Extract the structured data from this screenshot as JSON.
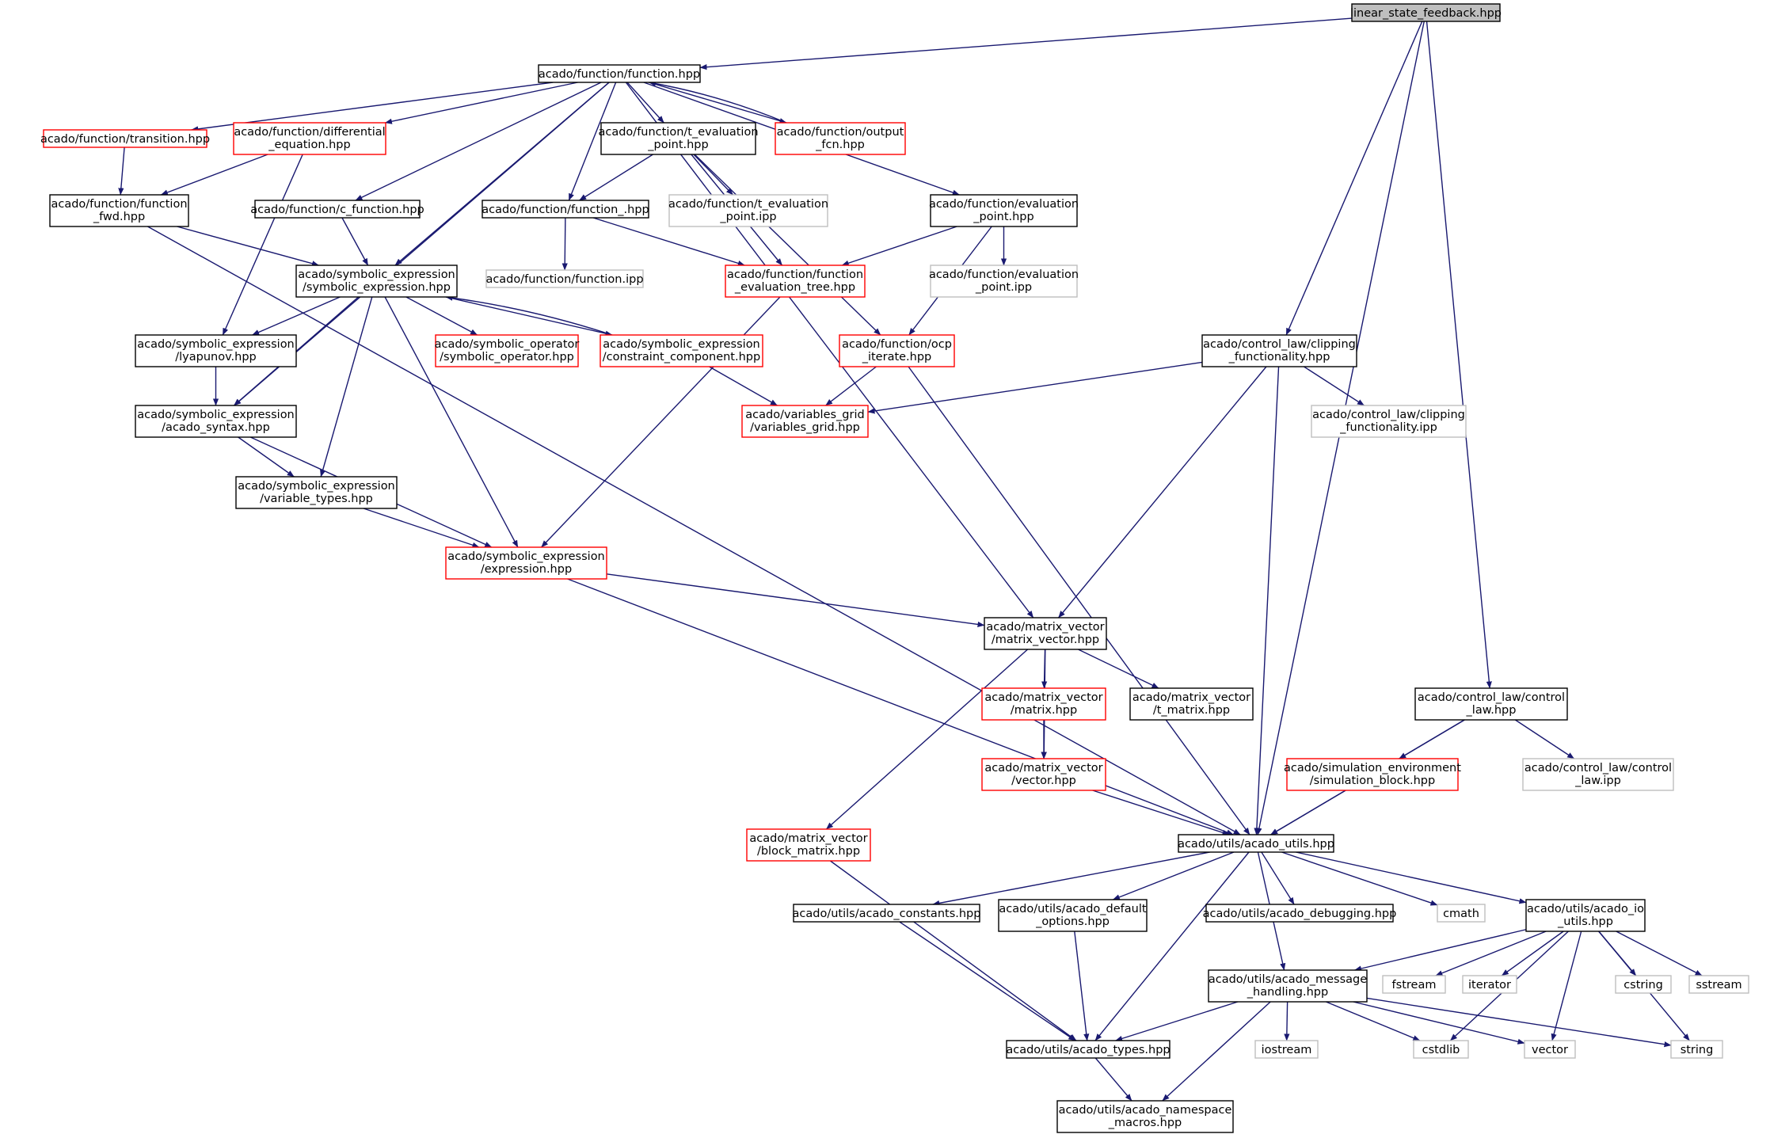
{
  "colors": {
    "edge": "#191970",
    "root_fill": "#bfbfbf",
    "border_normal": "#000000",
    "border_truncated": "#ff0000",
    "border_system": "#bfbfbf",
    "background": "#ffffff"
  },
  "nodes": [
    {
      "id": "root",
      "kind": "root",
      "lines": [
        "linear_state_feedback.hpp"
      ]
    },
    {
      "id": "function_hpp",
      "kind": "normal",
      "lines": [
        "acado/function/function.hpp"
      ]
    },
    {
      "id": "transition_hpp",
      "kind": "truncated",
      "lines": [
        "acado/function/transition.hpp"
      ]
    },
    {
      "id": "diff_eq_hpp",
      "kind": "truncated",
      "lines": [
        "acado/function/differential",
        "_equation.hpp"
      ]
    },
    {
      "id": "t_eval_point_hpp",
      "kind": "normal",
      "lines": [
        "acado/function/t_evaluation",
        "_point.hpp"
      ]
    },
    {
      "id": "output_fcn_hpp",
      "kind": "truncated",
      "lines": [
        "acado/function/output",
        "_fcn.hpp"
      ]
    },
    {
      "id": "function_fwd_hpp",
      "kind": "normal",
      "lines": [
        "acado/function/function",
        "_fwd.hpp"
      ]
    },
    {
      "id": "c_function_hpp",
      "kind": "normal",
      "lines": [
        "acado/function/c_function.hpp"
      ]
    },
    {
      "id": "function__hpp",
      "kind": "normal",
      "lines": [
        "acado/function/function_.hpp"
      ]
    },
    {
      "id": "t_eval_point_ipp",
      "kind": "system",
      "lines": [
        "acado/function/t_evaluation",
        "_point.ipp"
      ]
    },
    {
      "id": "eval_point_hpp",
      "kind": "normal",
      "lines": [
        "acado/function/evaluation",
        "_point.hpp"
      ]
    },
    {
      "id": "function_ipp",
      "kind": "system",
      "lines": [
        "acado/function/function.ipp"
      ]
    },
    {
      "id": "symbolic_expression_hpp",
      "kind": "normal",
      "lines": [
        "acado/symbolic_expression",
        "/symbolic_expression.hpp"
      ]
    },
    {
      "id": "func_eval_tree_hpp",
      "kind": "truncated",
      "lines": [
        "acado/function/function",
        "_evaluation_tree.hpp"
      ]
    },
    {
      "id": "eval_point_ipp",
      "kind": "system",
      "lines": [
        "acado/function/evaluation",
        "_point.ipp"
      ]
    },
    {
      "id": "lyapunov_hpp",
      "kind": "normal",
      "lines": [
        "acado/symbolic_expression",
        "/lyapunov.hpp"
      ]
    },
    {
      "id": "symbolic_operator_hpp",
      "kind": "truncated",
      "lines": [
        "acado/symbolic_operator",
        "/symbolic_operator.hpp"
      ]
    },
    {
      "id": "constraint_component_hpp",
      "kind": "truncated",
      "lines": [
        "acado/symbolic_expression",
        "/constraint_component.hpp"
      ]
    },
    {
      "id": "ocp_iterate_hpp",
      "kind": "truncated",
      "lines": [
        "acado/function/ocp",
        "_iterate.hpp"
      ]
    },
    {
      "id": "clipping_hpp",
      "kind": "normal",
      "lines": [
        "acado/control_law/clipping",
        "_functionality.hpp"
      ]
    },
    {
      "id": "acado_syntax_hpp",
      "kind": "normal",
      "lines": [
        "acado/symbolic_expression",
        "/acado_syntax.hpp"
      ]
    },
    {
      "id": "variables_grid_hpp",
      "kind": "truncated",
      "lines": [
        "acado/variables_grid",
        "/variables_grid.hpp"
      ]
    },
    {
      "id": "clipping_ipp",
      "kind": "system",
      "lines": [
        "acado/control_law/clipping",
        "_functionality.ipp"
      ]
    },
    {
      "id": "variable_types_hpp",
      "kind": "normal",
      "lines": [
        "acado/symbolic_expression",
        "/variable_types.hpp"
      ]
    },
    {
      "id": "expression_hpp",
      "kind": "truncated",
      "lines": [
        "acado/symbolic_expression",
        "/expression.hpp"
      ]
    },
    {
      "id": "matrix_vector_hpp",
      "kind": "normal",
      "lines": [
        "acado/matrix_vector",
        "/matrix_vector.hpp"
      ]
    },
    {
      "id": "matrix_hpp",
      "kind": "truncated",
      "lines": [
        "acado/matrix_vector",
        "/matrix.hpp"
      ]
    },
    {
      "id": "t_matrix_hpp",
      "kind": "normal",
      "lines": [
        "acado/matrix_vector",
        "/t_matrix.hpp"
      ]
    },
    {
      "id": "control_law_hpp",
      "kind": "normal",
      "lines": [
        "acado/control_law/control",
        "_law.hpp"
      ]
    },
    {
      "id": "vector_hpp",
      "kind": "truncated",
      "lines": [
        "acado/matrix_vector",
        "/vector.hpp"
      ]
    },
    {
      "id": "simulation_block_hpp",
      "kind": "truncated",
      "lines": [
        "acado/simulation_environment",
        "/simulation_block.hpp"
      ]
    },
    {
      "id": "control_law_ipp",
      "kind": "system",
      "lines": [
        "acado/control_law/control",
        "_law.ipp"
      ]
    },
    {
      "id": "block_matrix_hpp",
      "kind": "truncated",
      "lines": [
        "acado/matrix_vector",
        "/block_matrix.hpp"
      ]
    },
    {
      "id": "acado_utils_hpp",
      "kind": "normal",
      "lines": [
        "acado/utils/acado_utils.hpp"
      ]
    },
    {
      "id": "acado_constants_hpp",
      "kind": "normal",
      "lines": [
        "acado/utils/acado_constants.hpp"
      ]
    },
    {
      "id": "acado_default_options_hpp",
      "kind": "normal",
      "lines": [
        "acado/utils/acado_default",
        "_options.hpp"
      ]
    },
    {
      "id": "acado_debugging_hpp",
      "kind": "normal",
      "lines": [
        "acado/utils/acado_debugging.hpp"
      ]
    },
    {
      "id": "cmath",
      "kind": "system",
      "lines": [
        "cmath"
      ]
    },
    {
      "id": "acado_io_utils_hpp",
      "kind": "normal",
      "lines": [
        "acado/utils/acado_io",
        "_utils.hpp"
      ]
    },
    {
      "id": "acado_message_handling_hpp",
      "kind": "normal",
      "lines": [
        "acado/utils/acado_message",
        "_handling.hpp"
      ]
    },
    {
      "id": "fstream",
      "kind": "system",
      "lines": [
        "fstream"
      ]
    },
    {
      "id": "iterator",
      "kind": "system",
      "lines": [
        "iterator"
      ]
    },
    {
      "id": "cstring",
      "kind": "system",
      "lines": [
        "cstring"
      ]
    },
    {
      "id": "sstream",
      "kind": "system",
      "lines": [
        "sstream"
      ]
    },
    {
      "id": "acado_types_hpp",
      "kind": "normal",
      "lines": [
        "acado/utils/acado_types.hpp"
      ]
    },
    {
      "id": "iostream",
      "kind": "system",
      "lines": [
        "iostream"
      ]
    },
    {
      "id": "cstdlib",
      "kind": "system",
      "lines": [
        "cstdlib"
      ]
    },
    {
      "id": "vector",
      "kind": "system",
      "lines": [
        "vector"
      ]
    },
    {
      "id": "string",
      "kind": "system",
      "lines": [
        "string"
      ]
    },
    {
      "id": "acado_namespace_macros_hpp",
      "kind": "normal",
      "lines": [
        "acado/utils/acado_namespace",
        "_macros.hpp"
      ]
    }
  ],
  "edges": [
    {
      "from": "root",
      "to": "function_hpp"
    },
    {
      "from": "root",
      "to": "clipping_hpp"
    },
    {
      "from": "root",
      "to": "control_law_hpp"
    },
    {
      "from": "root",
      "to": "acado_utils_hpp"
    },
    {
      "from": "function_hpp",
      "to": "transition_hpp"
    },
    {
      "from": "function_hpp",
      "to": "diff_eq_hpp"
    },
    {
      "from": "function_hpp",
      "to": "t_eval_point_hpp"
    },
    {
      "from": "function_hpp",
      "to": "output_fcn_hpp"
    },
    {
      "from": "function_hpp",
      "to": "c_function_hpp"
    },
    {
      "from": "function_hpp",
      "to": "function__hpp"
    },
    {
      "from": "function_hpp",
      "to": "eval_point_hpp"
    },
    {
      "from": "function_hpp",
      "to": "symbolic_expression_hpp"
    },
    {
      "from": "function_hpp",
      "to": "acado_syntax_hpp"
    },
    {
      "from": "function_hpp",
      "to": "matrix_vector_hpp"
    },
    {
      "from": "output_fcn_hpp",
      "to": "function_hpp"
    },
    {
      "from": "transition_hpp",
      "to": "function_fwd_hpp"
    },
    {
      "from": "diff_eq_hpp",
      "to": "function_fwd_hpp"
    },
    {
      "from": "diff_eq_hpp",
      "to": "lyapunov_hpp"
    },
    {
      "from": "t_eval_point_hpp",
      "to": "function__hpp"
    },
    {
      "from": "t_eval_point_hpp",
      "to": "t_eval_point_ipp"
    },
    {
      "from": "t_eval_point_hpp",
      "to": "func_eval_tree_hpp"
    },
    {
      "from": "t_eval_point_hpp",
      "to": "ocp_iterate_hpp"
    },
    {
      "from": "function_fwd_hpp",
      "to": "symbolic_expression_hpp"
    },
    {
      "from": "function_fwd_hpp",
      "to": "acado_utils_hpp"
    },
    {
      "from": "c_function_hpp",
      "to": "symbolic_expression_hpp"
    },
    {
      "from": "function__hpp",
      "to": "function_ipp"
    },
    {
      "from": "function__hpp",
      "to": "func_eval_tree_hpp"
    },
    {
      "from": "eval_point_hpp",
      "to": "func_eval_tree_hpp"
    },
    {
      "from": "eval_point_hpp",
      "to": "eval_point_ipp"
    },
    {
      "from": "eval_point_hpp",
      "to": "ocp_iterate_hpp"
    },
    {
      "from": "symbolic_expression_hpp",
      "to": "lyapunov_hpp"
    },
    {
      "from": "symbolic_expression_hpp",
      "to": "acado_syntax_hpp"
    },
    {
      "from": "symbolic_expression_hpp",
      "to": "variable_types_hpp"
    },
    {
      "from": "symbolic_expression_hpp",
      "to": "symbolic_operator_hpp"
    },
    {
      "from": "symbolic_expression_hpp",
      "to": "constraint_component_hpp"
    },
    {
      "from": "symbolic_expression_hpp",
      "to": "expression_hpp"
    },
    {
      "from": "constraint_component_hpp",
      "to": "symbolic_expression_hpp"
    },
    {
      "from": "constraint_component_hpp",
      "to": "variables_grid_hpp"
    },
    {
      "from": "func_eval_tree_hpp",
      "to": "expression_hpp"
    },
    {
      "from": "lyapunov_hpp",
      "to": "acado_syntax_hpp"
    },
    {
      "from": "ocp_iterate_hpp",
      "to": "variables_grid_hpp"
    },
    {
      "from": "ocp_iterate_hpp",
      "to": "acado_utils_hpp"
    },
    {
      "from": "clipping_hpp",
      "to": "variables_grid_hpp"
    },
    {
      "from": "clipping_hpp",
      "to": "clipping_ipp"
    },
    {
      "from": "clipping_hpp",
      "to": "matrix_vector_hpp"
    },
    {
      "from": "clipping_hpp",
      "to": "acado_utils_hpp"
    },
    {
      "from": "acado_syntax_hpp",
      "to": "variable_types_hpp"
    },
    {
      "from": "acado_syntax_hpp",
      "to": "expression_hpp"
    },
    {
      "from": "variable_types_hpp",
      "to": "expression_hpp"
    },
    {
      "from": "expression_hpp",
      "to": "matrix_vector_hpp"
    },
    {
      "from": "expression_hpp",
      "to": "acado_utils_hpp"
    },
    {
      "from": "matrix_vector_hpp",
      "to": "matrix_hpp"
    },
    {
      "from": "matrix_vector_hpp",
      "to": "t_matrix_hpp"
    },
    {
      "from": "matrix_vector_hpp",
      "to": "vector_hpp"
    },
    {
      "from": "matrix_vector_hpp",
      "to": "block_matrix_hpp"
    },
    {
      "from": "matrix_hpp",
      "to": "vector_hpp"
    },
    {
      "from": "vector_hpp",
      "to": "acado_utils_hpp"
    },
    {
      "from": "control_law_hpp",
      "to": "simulation_block_hpp"
    },
    {
      "from": "control_law_hpp",
      "to": "control_law_ipp"
    },
    {
      "from": "control_law_hpp",
      "to": "acado_utils_hpp"
    },
    {
      "from": "simulation_block_hpp",
      "to": "acado_utils_hpp"
    },
    {
      "from": "block_matrix_hpp",
      "to": "acado_types_hpp"
    },
    {
      "from": "acado_utils_hpp",
      "to": "acado_constants_hpp"
    },
    {
      "from": "acado_utils_hpp",
      "to": "acado_default_options_hpp"
    },
    {
      "from": "acado_utils_hpp",
      "to": "acado_debugging_hpp"
    },
    {
      "from": "acado_utils_hpp",
      "to": "cmath"
    },
    {
      "from": "acado_utils_hpp",
      "to": "acado_io_utils_hpp"
    },
    {
      "from": "acado_utils_hpp",
      "to": "acado_message_handling_hpp"
    },
    {
      "from": "acado_utils_hpp",
      "to": "acado_types_hpp"
    },
    {
      "from": "acado_constants_hpp",
      "to": "acado_types_hpp"
    },
    {
      "from": "acado_default_options_hpp",
      "to": "acado_types_hpp"
    },
    {
      "from": "acado_io_utils_hpp",
      "to": "acado_message_handling_hpp"
    },
    {
      "from": "acado_io_utils_hpp",
      "to": "fstream"
    },
    {
      "from": "acado_io_utils_hpp",
      "to": "iterator"
    },
    {
      "from": "acado_io_utils_hpp",
      "to": "cstring"
    },
    {
      "from": "acado_io_utils_hpp",
      "to": "sstream"
    },
    {
      "from": "acado_io_utils_hpp",
      "to": "cstdlib"
    },
    {
      "from": "acado_io_utils_hpp",
      "to": "vector"
    },
    {
      "from": "acado_io_utils_hpp",
      "to": "string"
    },
    {
      "from": "acado_message_handling_hpp",
      "to": "acado_types_hpp"
    },
    {
      "from": "acado_message_handling_hpp",
      "to": "iostream"
    },
    {
      "from": "acado_message_handling_hpp",
      "to": "cstdlib"
    },
    {
      "from": "acado_message_handling_hpp",
      "to": "vector"
    },
    {
      "from": "acado_message_handling_hpp",
      "to": "string"
    },
    {
      "from": "acado_message_handling_hpp",
      "to": "acado_namespace_macros_hpp"
    },
    {
      "from": "acado_types_hpp",
      "to": "acado_namespace_macros_hpp"
    }
  ]
}
